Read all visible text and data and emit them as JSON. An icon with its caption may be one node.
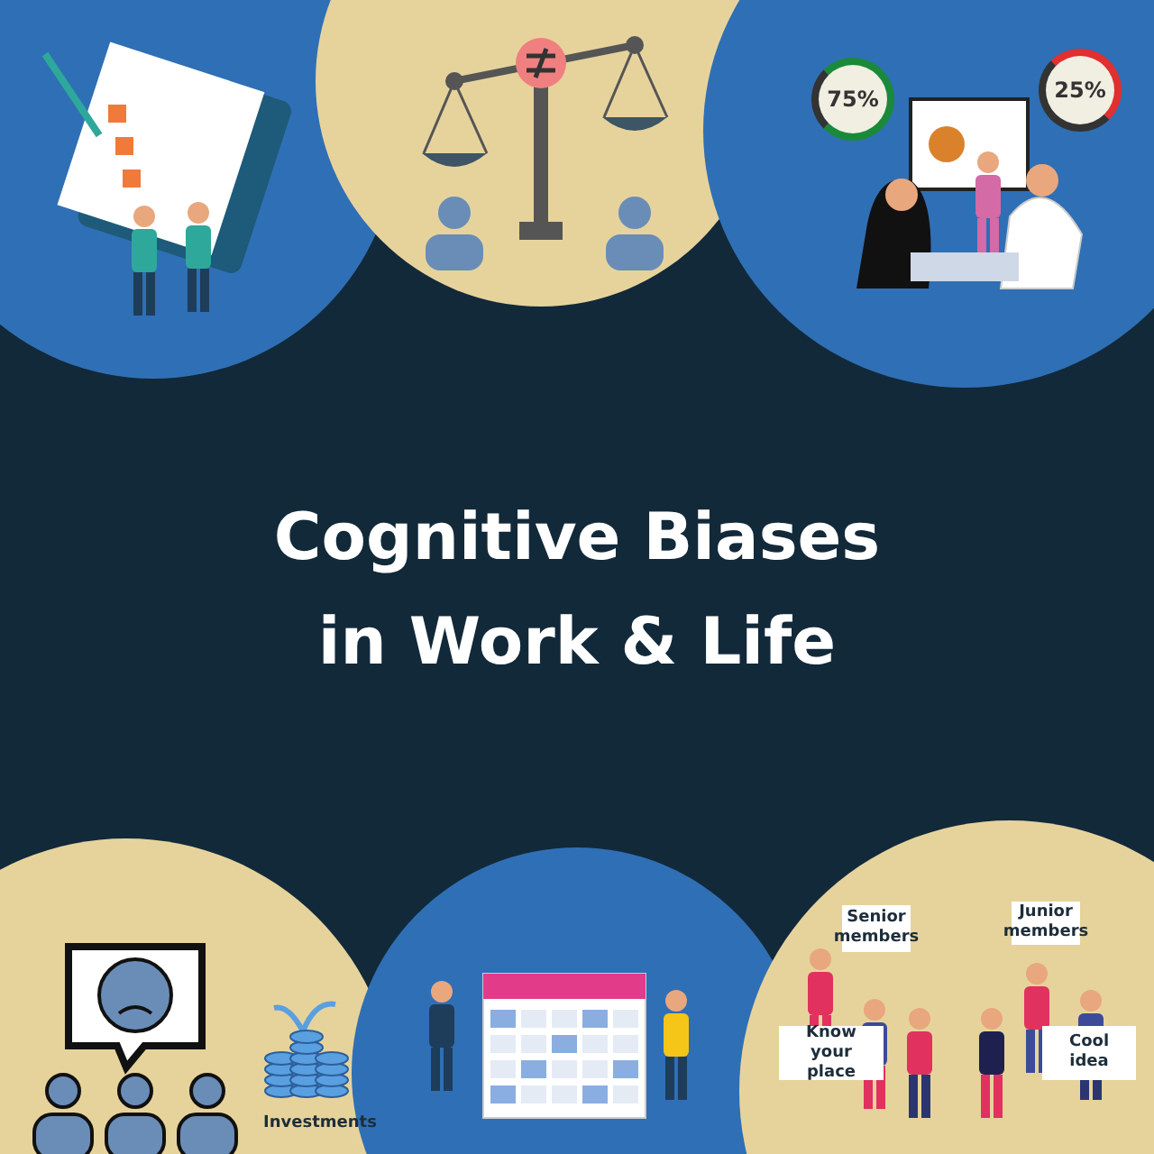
{
  "diagram": {
    "title": "Cognitive Biases in Work & Life",
    "labels": [
      "75%",
      "25%",
      "Senior members",
      "Junior members",
      "Know your place",
      "Cool idea",
      "Investments"
    ]
  }
}
